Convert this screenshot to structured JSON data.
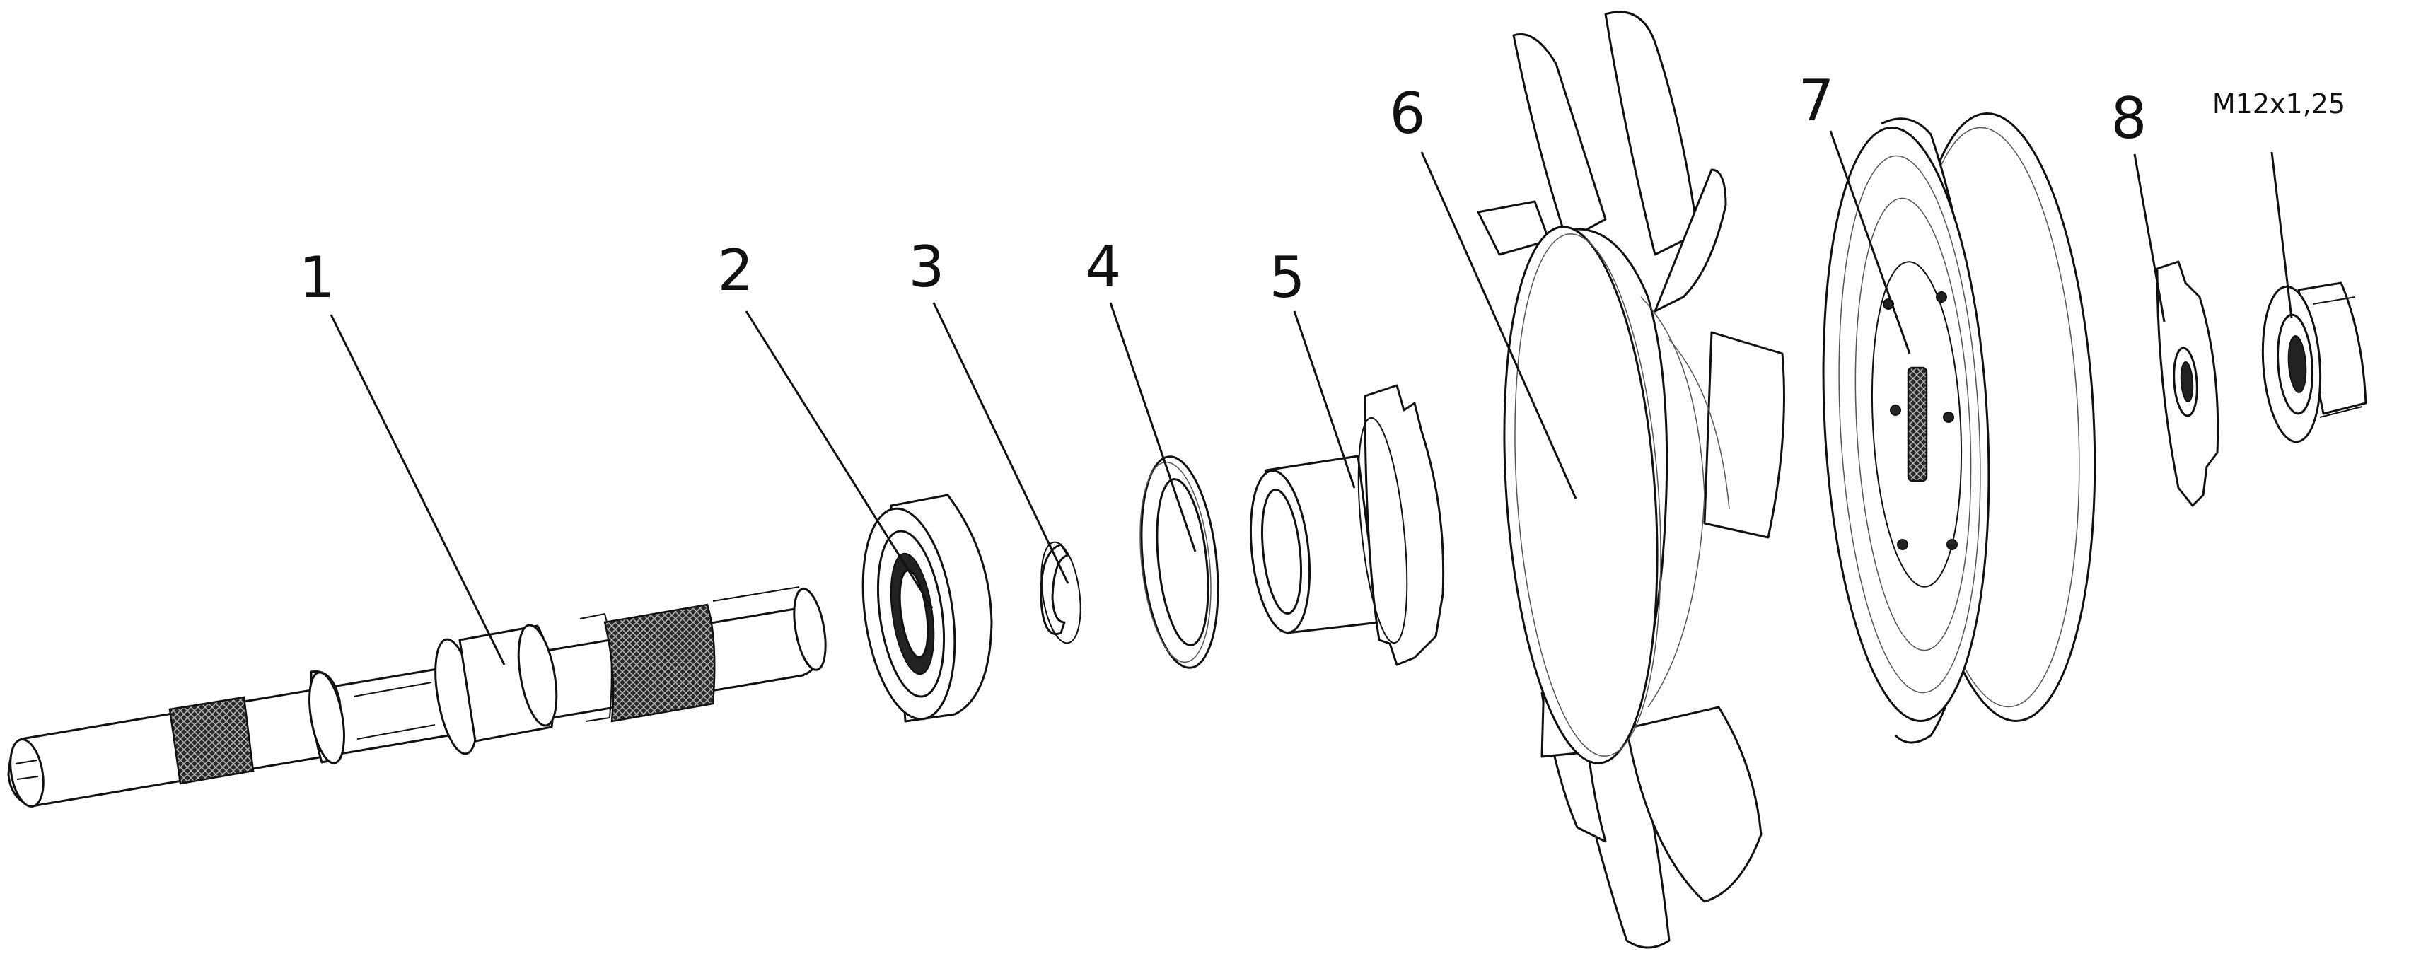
{
  "callouts": [
    {
      "number": "1",
      "part": "shaft"
    },
    {
      "number": "2",
      "part": "bearing"
    },
    {
      "number": "3",
      "part": "retaining-ring"
    },
    {
      "number": "4",
      "part": "washer"
    },
    {
      "number": "5",
      "part": "hub"
    },
    {
      "number": "6",
      "part": "fan"
    },
    {
      "number": "7",
      "part": "pulley"
    },
    {
      "number": "8",
      "part": "lock-washer"
    }
  ],
  "thread_spec": "M12x1,25"
}
